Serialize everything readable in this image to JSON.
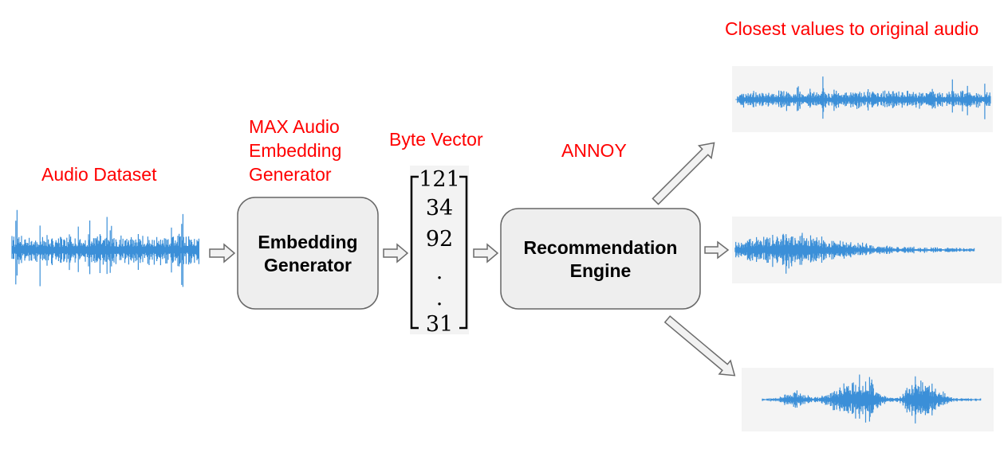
{
  "labels": {
    "audio_dataset": "Audio Dataset",
    "max_audio": [
      "MAX Audio",
      "Embedding",
      "Generator"
    ],
    "byte_vector": "Byte Vector",
    "annoy": "ANNOY",
    "closest_values": "Closest values to original audio"
  },
  "boxes": {
    "embedding_generator": [
      "Embedding",
      "Generator"
    ],
    "recommendation_engine": [
      "Recommendation",
      "Engine"
    ]
  },
  "byte_vector": {
    "values": [
      "121",
      "34",
      "92",
      ".",
      ".",
      "31"
    ]
  },
  "colors": {
    "label_red": "#ff0000",
    "waveform_blue": "#3b8fd8",
    "box_fill": "#eeeeee",
    "arrow_fill": "#f2f2f2"
  }
}
